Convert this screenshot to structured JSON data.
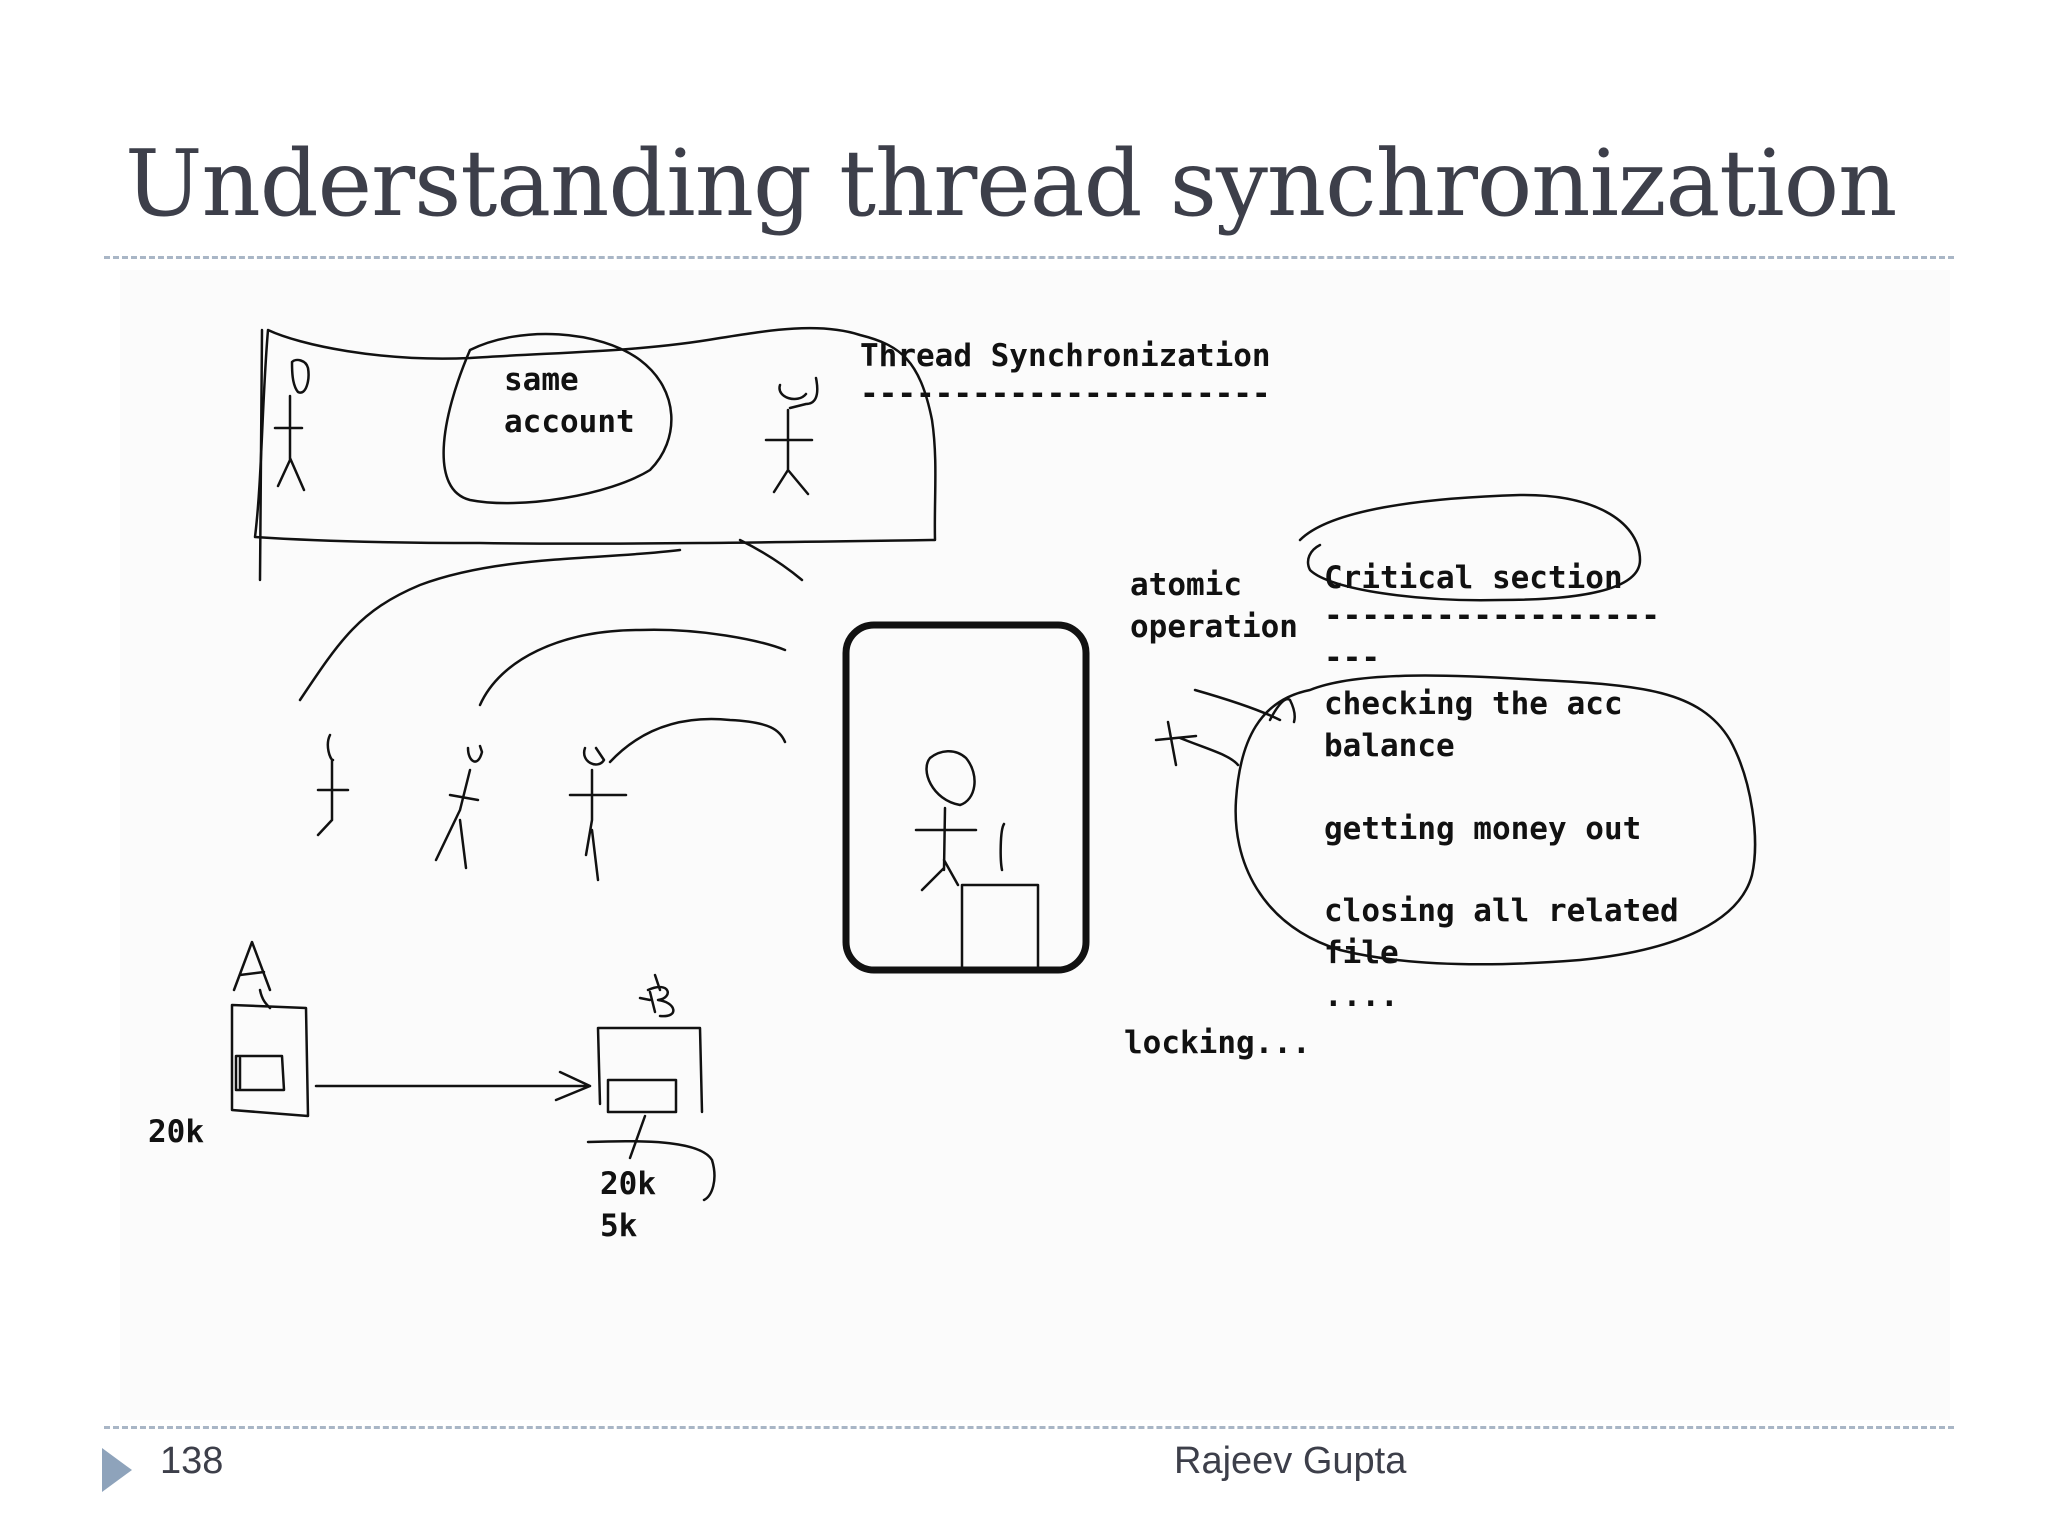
{
  "title": "Understanding thread synchronization",
  "sketch": {
    "same_account": "same\naccount",
    "thread_sync_heading": "Thread Synchronization",
    "thread_sync_underline": "----------------------",
    "atomic_operation": "atomic\noperation",
    "critical_section_heading": "Critical section",
    "critical_section_underline": "------------------\n---",
    "steps": [
      "checking the acc\nbalance",
      "getting money out",
      "closing all related\nfile"
    ],
    "ellipsis": "....",
    "locking": "locking...",
    "label_a_amount": "20k",
    "label_b_amounts": "20k\n5k",
    "handwritten_a": "A",
    "handwritten_b": "B"
  },
  "footer": {
    "page_number": "138",
    "author": "Rajeev Gupta"
  },
  "colors": {
    "title": "#3d3f4a",
    "rule": "#a9b6c6",
    "footer_arrow": "#8ea3bb",
    "ink": "#111111"
  }
}
